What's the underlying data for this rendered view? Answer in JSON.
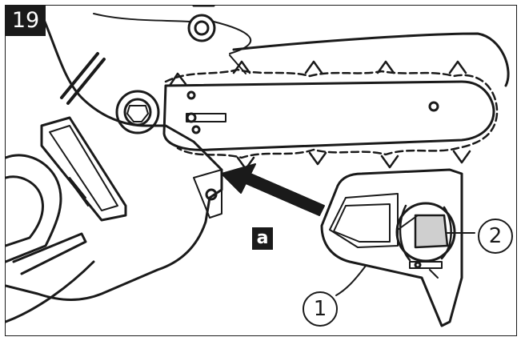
{
  "figure": {
    "number": "19",
    "step_label": "a",
    "callouts": [
      {
        "id": "1",
        "label": "1"
      },
      {
        "id": "2",
        "label": "2"
      }
    ]
  },
  "colors": {
    "ink": "#1a1a1a",
    "paper": "#ffffff"
  },
  "icons": [
    "chain-saw-body",
    "guide-bar",
    "saw-chain",
    "chain-cover",
    "cover-knob",
    "insert-arrow"
  ]
}
